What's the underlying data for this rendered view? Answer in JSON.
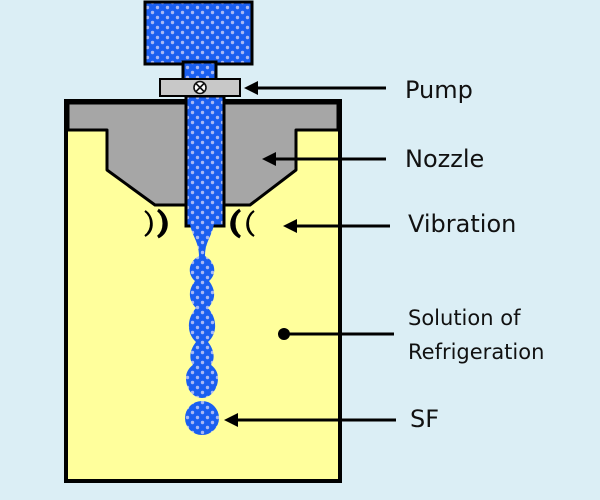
{
  "labels": {
    "pump": "Pump",
    "nozzle": "Nozzle",
    "vibration": "Vibration",
    "solution_line1": "Solution of",
    "solution_line2": "Refrigeration",
    "sf": "SF"
  },
  "colors": {
    "background": "#dbeef5",
    "vessel_fill": "#ffff9c",
    "nozzle_fill": "#a6a6a6",
    "liquid_blue": "#1a5ff0",
    "dot": "#a8b8f5",
    "outline": "#000000"
  },
  "icons": {
    "pump_valve": "circled-x-icon",
    "vibration_marks": "crescent-icon"
  }
}
